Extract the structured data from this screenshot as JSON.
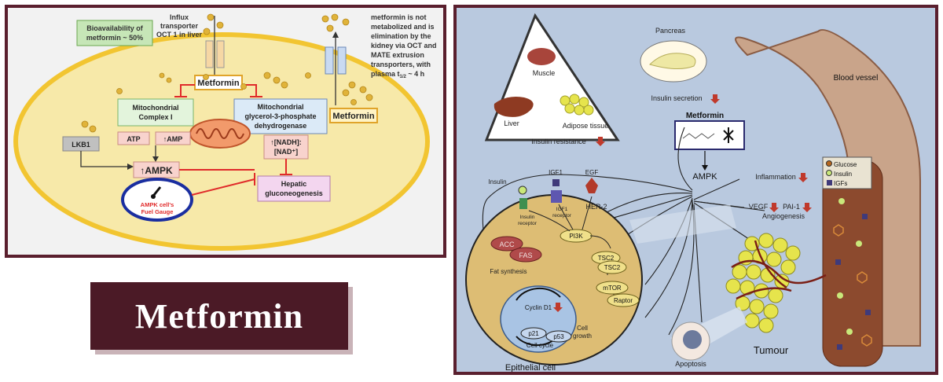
{
  "title": "Metformin",
  "left": {
    "bioavailability": [
      "Bioavailability of",
      "metformin ~ 50%"
    ],
    "influx": [
      "Influx",
      "transporter",
      "OCT 1 in liver"
    ],
    "elimination": [
      "metformin is not",
      "metabolized and is",
      "elimination by the",
      "kidney via OCT and",
      "MATE extrusion",
      "transporters, with"
    ],
    "plasma_prefix": "plasma t",
    "plasma_sub": "1/2",
    "plasma_suffix": " ~ 4 h",
    "metformin_center": "Metformin",
    "metformin_right": "Metformin",
    "mito_complex": [
      "Mitochondrial",
      "Complex I"
    ],
    "mito_g3p": [
      "Mitochondrial",
      "glycerol-3-phosphate",
      "dehydrogenase"
    ],
    "atp": "ATP",
    "amp": "↑AMP",
    "lkb1": "LKB1",
    "ampk": "↑AMPK",
    "nadh": [
      "↑[NADH]:",
      "[NAD⁺]"
    ],
    "hepatic": [
      "Hepatic",
      "gluconeogenesis"
    ],
    "fuel_gauge": [
      "AMPK cell's",
      "Fuel Gauge"
    ]
  },
  "right": {
    "muscle": "Muscle",
    "liver": "Liver",
    "adipose": "Adipose tissue",
    "pancreas": "Pancreas",
    "insulin_secretion": "Insulin secretion",
    "metformin": "Metformin",
    "insulin_resistance": "Insulin resistance",
    "ampk": "AMPK",
    "blood_vessel": "Blood vessel",
    "glucose": "Glucose",
    "insulin_bv": "Insulin",
    "igfs": "IGFs",
    "inflammation": "Inflammation",
    "vegf": "VEGF",
    "pai1": "PAI-1",
    "angiogenesis": "Angiogenesis",
    "insulin": "Insulin",
    "igf1": "IGF1",
    "egf": "EGF",
    "insulin_receptor": [
      "Insulin",
      "receptor"
    ],
    "igf1_receptor": [
      "IGF1",
      "receptor"
    ],
    "her2": "HER-2",
    "pi3k": "PI3K",
    "acc": "ACC",
    "fas": "FAS",
    "fat_synthesis": "Fat synthesis",
    "tsc2a": "TSC2",
    "tsc2b": "TSC2",
    "mtor": "mTOR",
    "raptor": "Raptor",
    "cyclin": "Cyclin D1",
    "p21": "p21",
    "p53": "p53",
    "cell_cycle": "Cell cycle",
    "cell_growth": [
      "Cell",
      "growth"
    ],
    "epithelial": "Epithelial cell",
    "apoptosis": "Apoptosis",
    "tumour": "Tumour"
  }
}
